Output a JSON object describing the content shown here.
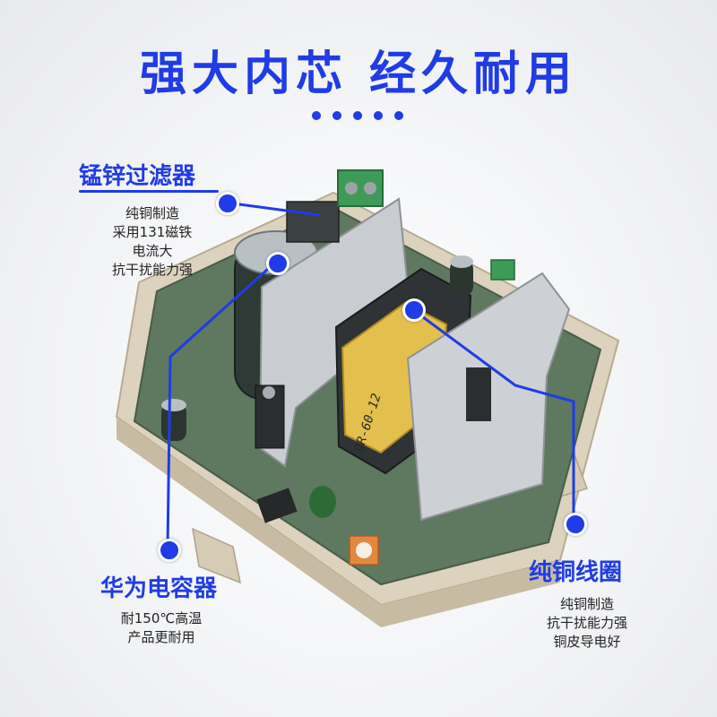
{
  "headline": "强大内芯  经久耐用",
  "features": {
    "filter": {
      "title": "锰锌过滤器",
      "lines": [
        "纯铜制造",
        "采用131磁铁",
        "电流大",
        "抗干扰能力强"
      ]
    },
    "capacitor": {
      "title": "华为电容器",
      "lines": [
        "耐150℃高温",
        "产品更耐用"
      ]
    },
    "coil": {
      "title": "纯铜线圈",
      "lines": [
        "纯铜制造",
        "抗干扰能力强",
        "铜皮导电好"
      ]
    }
  },
  "product_marking": "DR-60-12",
  "colors": {
    "accent": "#1f3ce6"
  }
}
